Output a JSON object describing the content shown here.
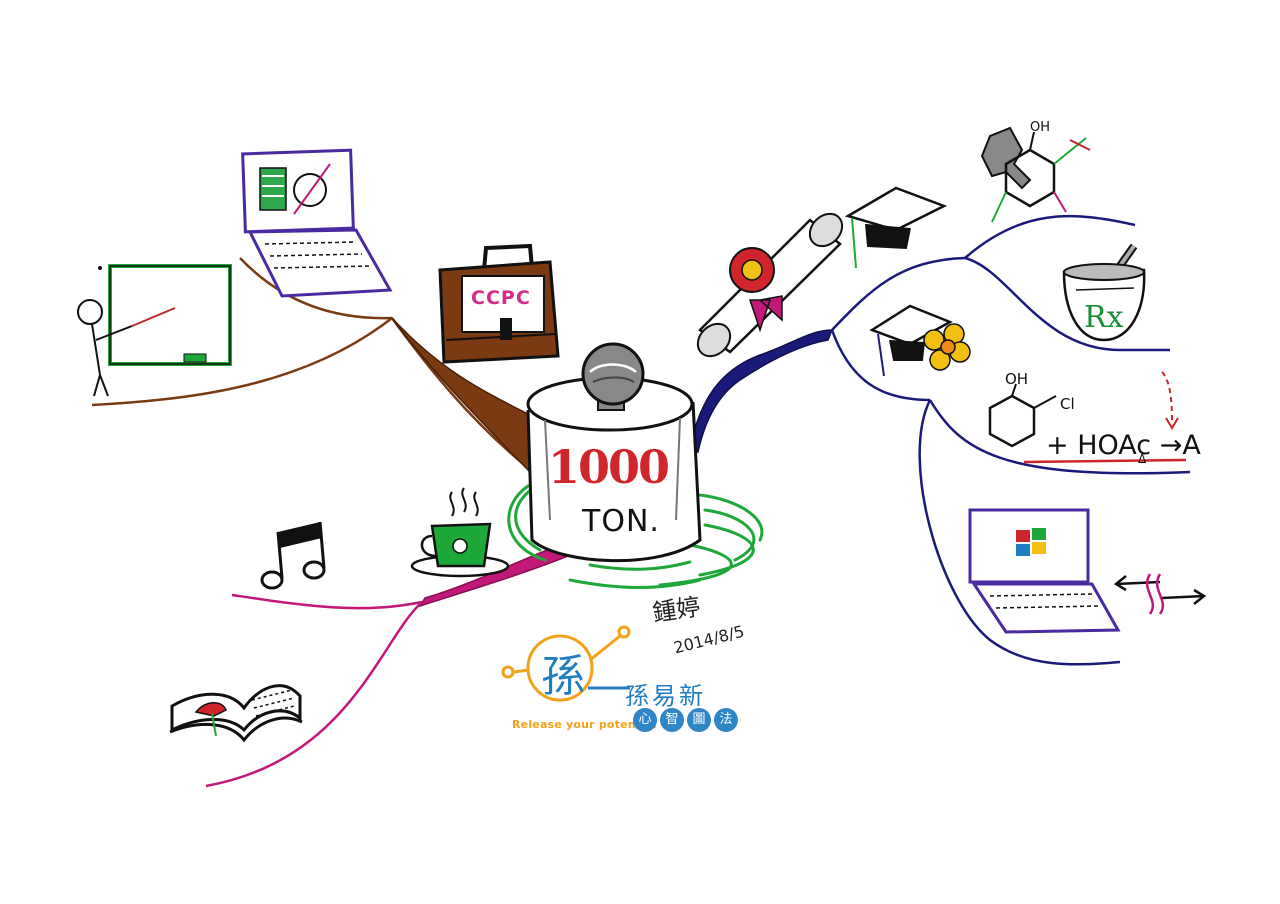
{
  "central": {
    "number": "1000",
    "unit": "TON."
  },
  "briefcase": {
    "label": "CCPC"
  },
  "pharmacy": {
    "label": "Rx"
  },
  "chemistry": {
    "oh_top": "OH",
    "oh_mid": "OH",
    "cl_mid": "Cl",
    "reaction": "+ HOAc →A",
    "delta": "Δ"
  },
  "signature": {
    "name": "鍾婷",
    "date": "2014/8/5"
  },
  "brand": {
    "logo_char": "孫",
    "name": "孫易新",
    "slogan": "Release your potential",
    "subtitle": [
      "心",
      "智",
      "圖",
      "法"
    ]
  },
  "colors": {
    "brown_branch": "#7a3b12",
    "navy_branch": "#1a1a7a",
    "magenta_branch": "#c2187a",
    "green_ripple": "#1fa83a",
    "accent_red": "#d0252b",
    "brand_blue": "#1f7ec2",
    "brand_orange": "#f2a11a"
  }
}
